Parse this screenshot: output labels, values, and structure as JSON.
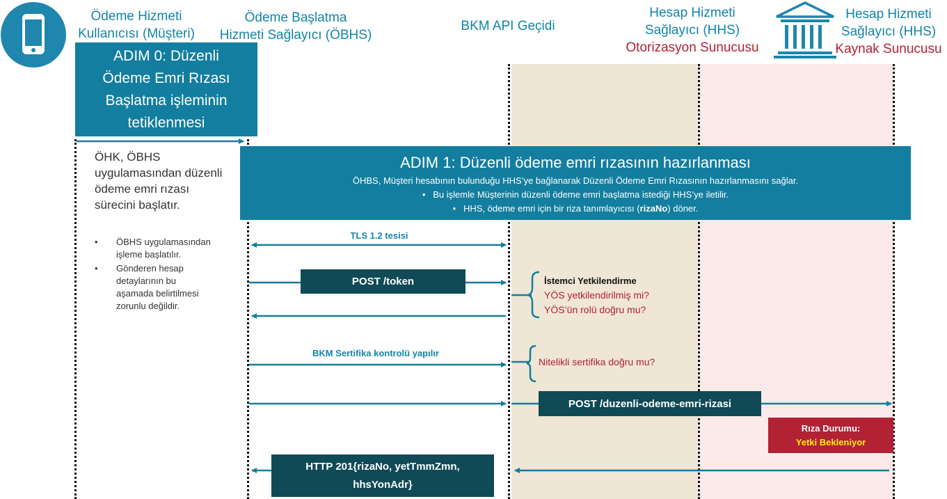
{
  "actors": {
    "customer": {
      "line1": "Ödeme Hizmeti",
      "line2": "Kullanıcısı (Müşteri)"
    },
    "obhs": {
      "line1": "Ödeme Başlatma",
      "line2": "Hizmeti Sağlayıcı (ÖBHS)"
    },
    "bkm": {
      "label": "BKM API Geçidi"
    },
    "hhs_auth": {
      "line1": "Hesap Hizmeti",
      "line2": "Sağlayıcı (HHS)",
      "role": "Otorizasyon Sunucusu"
    },
    "hhs_resource": {
      "line1": "Hesap Hizmeti",
      "line2": "Sağlayıcı (HHS)",
      "role": "Kaynak Sunucusu"
    }
  },
  "step0": {
    "lines": [
      "ADIM 0: Düzenli",
      "Ödeme Emri Rızası",
      "Başlatma işleminin",
      "tetiklenmesi"
    ]
  },
  "left_text": {
    "intro": [
      "ÖHK, ÖBHS",
      "uygulamasından düzenli",
      "ödeme emri rızası",
      "sürecini başlatır."
    ],
    "bullets": [
      [
        "ÖBHS uygulamasından",
        "işleme başlatılır."
      ],
      [
        "Gönderen hesap",
        "detaylarının bu",
        "aşamada belirtilmesi",
        "zorunlu değildir."
      ]
    ]
  },
  "step1": {
    "title": "ADIM 1: Düzenli  ödeme emri rızasının hazırlanması",
    "desc": "ÖHBS, Müşteri hesabının bulunduğu HHS’ye bağlanarak Düzenli Ödeme Emri Rızasının hazırlanmasını sağlar.",
    "bullet1": "Bu işlemle Müşterinin düzenli ödeme emri başlatma istediği HHS’ye iletilir.",
    "bullet2_pre": "HHS, ödeme emri için bir riza tanımlayıcısı (",
    "bullet2_bold": "rizaNo",
    "bullet2_post": ") döner."
  },
  "flows": {
    "tls": "TLS 1.2 tesisi",
    "post_token": "POST /token",
    "client_auth_title": "İstemci Yetkilendirme",
    "client_auth_q1": "YÖS yetkilendirilmiş mi?",
    "client_auth_q2": "YÖS’ün rolü doğru mu?",
    "cert_check": "BKM Sertifika kontrolü yapılır",
    "cert_question": "Nitelikli sertifika doğru mu?",
    "post_consent": "POST /duzenli-odeme-emri-rizasi",
    "status_label": "Rıza Durumu:",
    "status_value": "Yetki Bekleniyor",
    "http_line1": "HTTP 201{rizaNo, yetTmmZmn,",
    "http_line2": "hhsYonAdr}"
  },
  "colors": {
    "teal": "#137e9f",
    "dark_teal": "#0f4a56",
    "header_blue": "#1185a8",
    "red": "#b22234",
    "auth_zone": "#efe6d6",
    "resource_zone": "#fbeaea",
    "status_bg": "#b22234",
    "status_text": "#ffee00"
  },
  "icons": {
    "customer": "phone-icon",
    "hhs_resource": "bank-icon"
  }
}
